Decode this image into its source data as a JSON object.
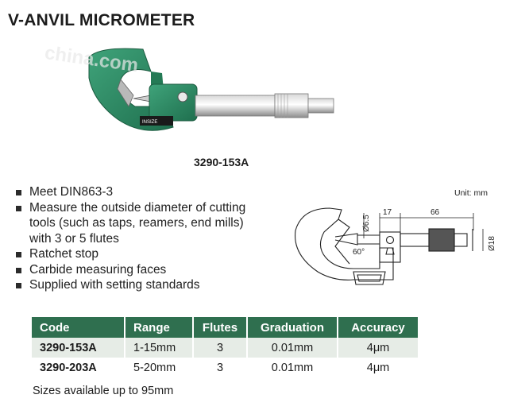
{
  "title": "V-ANVIL MICROMETER",
  "photo": {
    "watermark": "china.com",
    "body_color": "#2a8a62",
    "brand_label": "INSIZE"
  },
  "model_caption": "3290-153A",
  "features": [
    "Meet DIN863-3",
    "Measure the outside diameter of cutting tools (such as taps, reamers, end mills) with 3 or 5 flutes",
    "Ratchet stop",
    "Carbide measuring faces",
    "Supplied with setting standards"
  ],
  "drawing": {
    "unit_note": "Unit: mm",
    "dim_17": "17",
    "dim_66": "66",
    "dim_dia65": "Ø6.5",
    "dim_dia18": "Ø18",
    "dim_angle": "60°"
  },
  "table": {
    "header_color": "#2f6f4f",
    "headers": [
      "Code",
      "Range",
      "Flutes",
      "Graduation",
      "Accuracy"
    ],
    "rows": [
      [
        "3290-153A",
        "1-15mm",
        "3",
        "0.01mm",
        "4μm"
      ],
      [
        "3290-203A",
        "5-20mm",
        "3",
        "0.01mm",
        "4μm"
      ]
    ]
  },
  "sizes_note": "Sizes available up to 95mm"
}
